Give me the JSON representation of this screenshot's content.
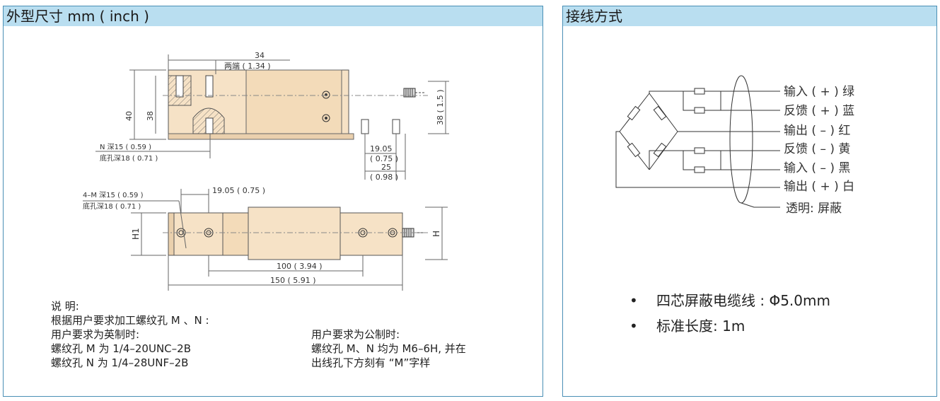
{
  "left_panel": {
    "title": "外型尺寸 mm ( inch )",
    "top_view": {
      "dim_width": "34",
      "dim_width_note": "两端 ( 1.34 )",
      "dim_height_left": "40",
      "dim_height_inner": "38",
      "dim_height_right": "38 ( 1.5 )",
      "hole_n": "N 深15 ( 0.59 )",
      "hole_n_bottom": "底孔深18 ( 0.71 )",
      "dim_1905": "19.05",
      "dim_1905_inch": "( 0.75 )",
      "dim_25": "25",
      "dim_25_inch": "( 0.98 )"
    },
    "side_view": {
      "hole_m": "4–M 深15 ( 0.59 )",
      "hole_m_bottom": "底孔深18 ( 0.71 )",
      "dim_1905": "19.05 ( 0.75 )",
      "label_h1": "H1",
      "label_h": "H",
      "dim_100": "100 ( 3.94 )",
      "dim_150": "150 ( 5.91 )"
    },
    "notes": {
      "title": "说 明:",
      "line1": "根据用户要求加工螺纹孔 M 、N :",
      "imperial_title": "用户要求为英制时:",
      "imperial_m": "螺纹孔 M 为 1/4–20UNC–2B",
      "imperial_n": "螺纹孔 N 为 1/4–28UNF–2B",
      "metric_title": "用户要求为公制时:",
      "metric_line1": "螺纹孔 M、N 均为 M6–6H, 并在",
      "metric_line2": "出线孔下方刻有 “M”字样"
    }
  },
  "right_panel": {
    "title": "接线方式",
    "wires": [
      {
        "label": "输入 ( + ) 绿"
      },
      {
        "label": "反馈 ( + ) 蓝"
      },
      {
        "label": "输出 ( – ) 红"
      },
      {
        "label": "反馈 ( – ) 黄"
      },
      {
        "label": "输入 ( – ) 黑"
      },
      {
        "label": "输出 ( + ) 白"
      },
      {
        "label": "透明: 屏蔽"
      }
    ],
    "specs": [
      {
        "bullet": "•",
        "text": "四芯屏蔽电缆线 : Φ5.0mm"
      },
      {
        "bullet": "•",
        "text": "标准长度: 1m"
      }
    ]
  },
  "colors": {
    "header_bg": "#b9def0",
    "border": "#4a8fb5",
    "part_fill": "#f6e2c6"
  }
}
